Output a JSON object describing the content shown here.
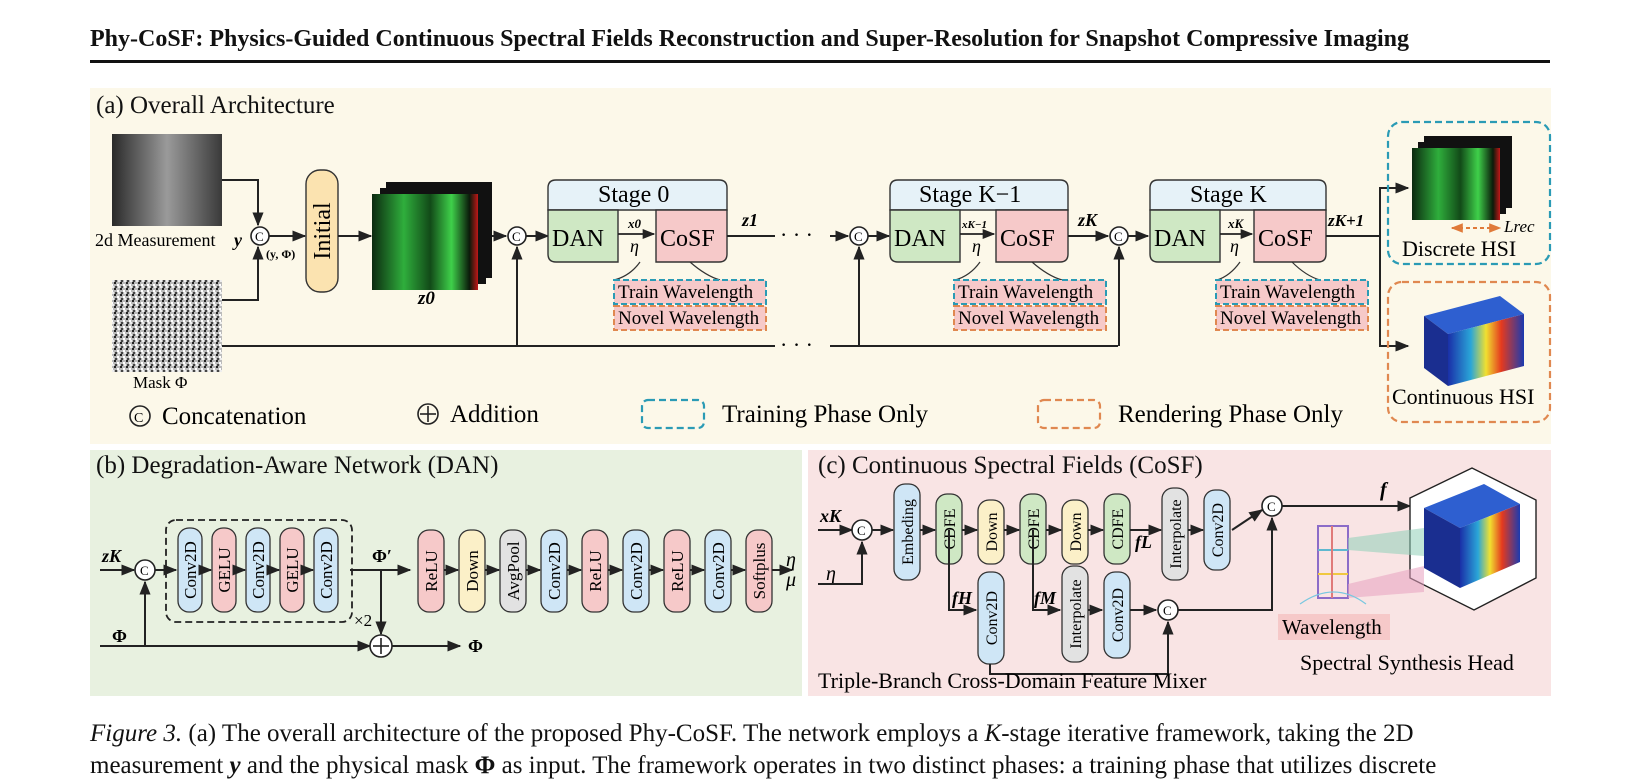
{
  "header": {
    "title": "Phy-CoSF: Physics-Guided Continuous Spectral Fields Reconstruction and Super-Resolution for Snapshot Compressive Imaging"
  },
  "panel_a": {
    "title": "(a) Overall Architecture",
    "measurement_label": "2d Measurement",
    "y_symbol": "y",
    "concat_symbol": "C",
    "input_pair": "(y, Φ)",
    "initial_label": "Initial",
    "z0_label": "z0",
    "mask_label": "Mask Φ",
    "stage0_title": "Stage 0",
    "stageK1_title": "Stage K−1",
    "stageK_title": "Stage K",
    "dan_label": "DAN",
    "cosf_label": "CoSF",
    "x0_label": "x0",
    "xK1_label": "xK−1",
    "xK_label": "xK",
    "eta_label": "η",
    "z1_label": "z1",
    "zK_label": "zK",
    "zK1_label": "zK+1",
    "ellipsis": "· · ·",
    "train_wavelength": "Train Wavelength",
    "novel_wavelength": "Novel Wavelength",
    "loss_label": "Lrec",
    "discrete_hsi": "Discrete HSI",
    "continuous_hsi": "Continuous HSI",
    "legend_concat": "Concatenation",
    "legend_add": "Addition",
    "legend_train": "Training Phase Only",
    "legend_render": "Rendering Phase Only",
    "colors": {
      "train_dash": "#2a9bb5",
      "render_dash": "#e08850",
      "dan_fill": "#cfe8c4",
      "cosf_fill": "#f6c9c9",
      "stage_fill": "#e6f2f8"
    }
  },
  "panel_b": {
    "title": "(b) Degradation-Aware Network (DAN)",
    "zK_in": "zK",
    "phi_in": "Φ",
    "blocks": [
      "Conv2D",
      "GELU",
      "Conv2D",
      "GELU",
      "Conv2D"
    ],
    "repeat": "×2",
    "phi_prime": "Φ′",
    "head_blocks": [
      "ReLU",
      "Down",
      "AvgPool",
      "Conv2D",
      "ReLU",
      "Conv2D",
      "ReLU",
      "Conv2D",
      "Softplus"
    ],
    "eta_out": "η",
    "mu_out": "μ",
    "phi_out": "Φ",
    "plus_symbol": "+"
  },
  "panel_c": {
    "title": "(c) Continuous Spectral Fields (CoSF)",
    "xK_in": "xK",
    "eta_in": "η",
    "top_blocks": [
      "Embeding",
      "CDFE",
      "Down",
      "CDFE",
      "Down",
      "CDFE",
      "Interpolate",
      "Conv2D"
    ],
    "fL_label": "fL",
    "fH_label": "fH",
    "fM_label": "fM",
    "branch_H": "Conv2D",
    "branch_M": [
      "Interpolate",
      "Conv2D"
    ],
    "f_label": "f",
    "wavelength_label": "Wavelength",
    "mixer_label": "Triple-Branch Cross-Domain Feature Mixer",
    "synthesis_label": "Spectral Synthesis Head"
  },
  "caption": {
    "fig_label": "Figure 3.",
    "line1_a": "(a) The overall architecture of the proposed Phy-CoSF. The network employs a",
    "line1_k": "K",
    "line1_b": "-stage iterative framework, taking the 2D",
    "line2_a": "measurement",
    "line2_y": "y",
    "line2_b": "and the physical mask",
    "line2_phi": "Φ",
    "line2_c": "as input. The framework operates in two distinct phases: a training phase that utilizes discrete"
  }
}
